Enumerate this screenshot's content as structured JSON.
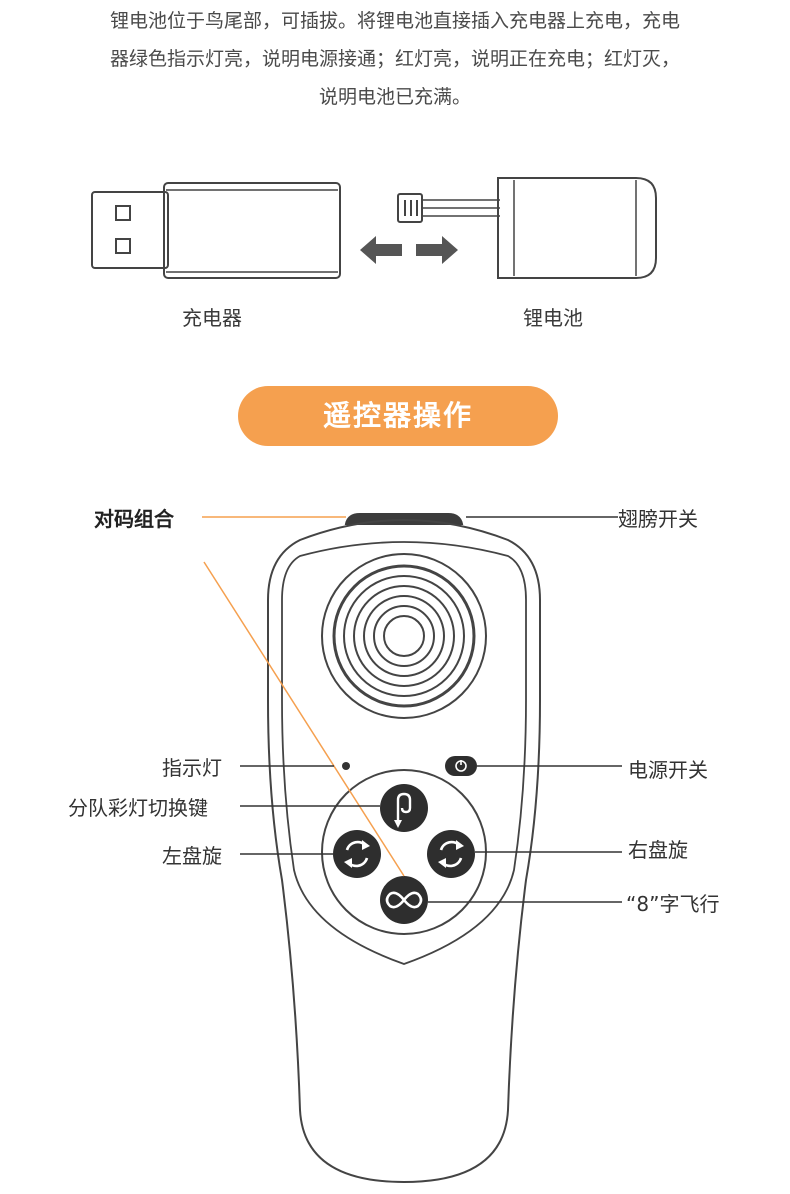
{
  "intro": {
    "line1": "锂电池位于鸟尾部，可插拔。将锂电池直接插入充电器上充电，充电",
    "line2": "器绿色指示灯亮，说明电源接通；红灯亮，说明正在充电；红灯灭，",
    "line3": "说明电池已充满。"
  },
  "figure": {
    "charger_label": "充电器",
    "battery_label": "锂电池"
  },
  "section": {
    "title": "遥控器操作"
  },
  "remote_labels": {
    "pairing": "对码组合",
    "wing_switch": "翅膀开关",
    "indicator": "指示灯",
    "power_switch": "电源开关",
    "team_light_switch": "分队彩灯切换键",
    "left_spin": "左盘旋",
    "right_spin": "右盘旋",
    "figure8": "“8”字飞行"
  },
  "colors": {
    "accent": "#f5a04f",
    "line": "#333333"
  }
}
